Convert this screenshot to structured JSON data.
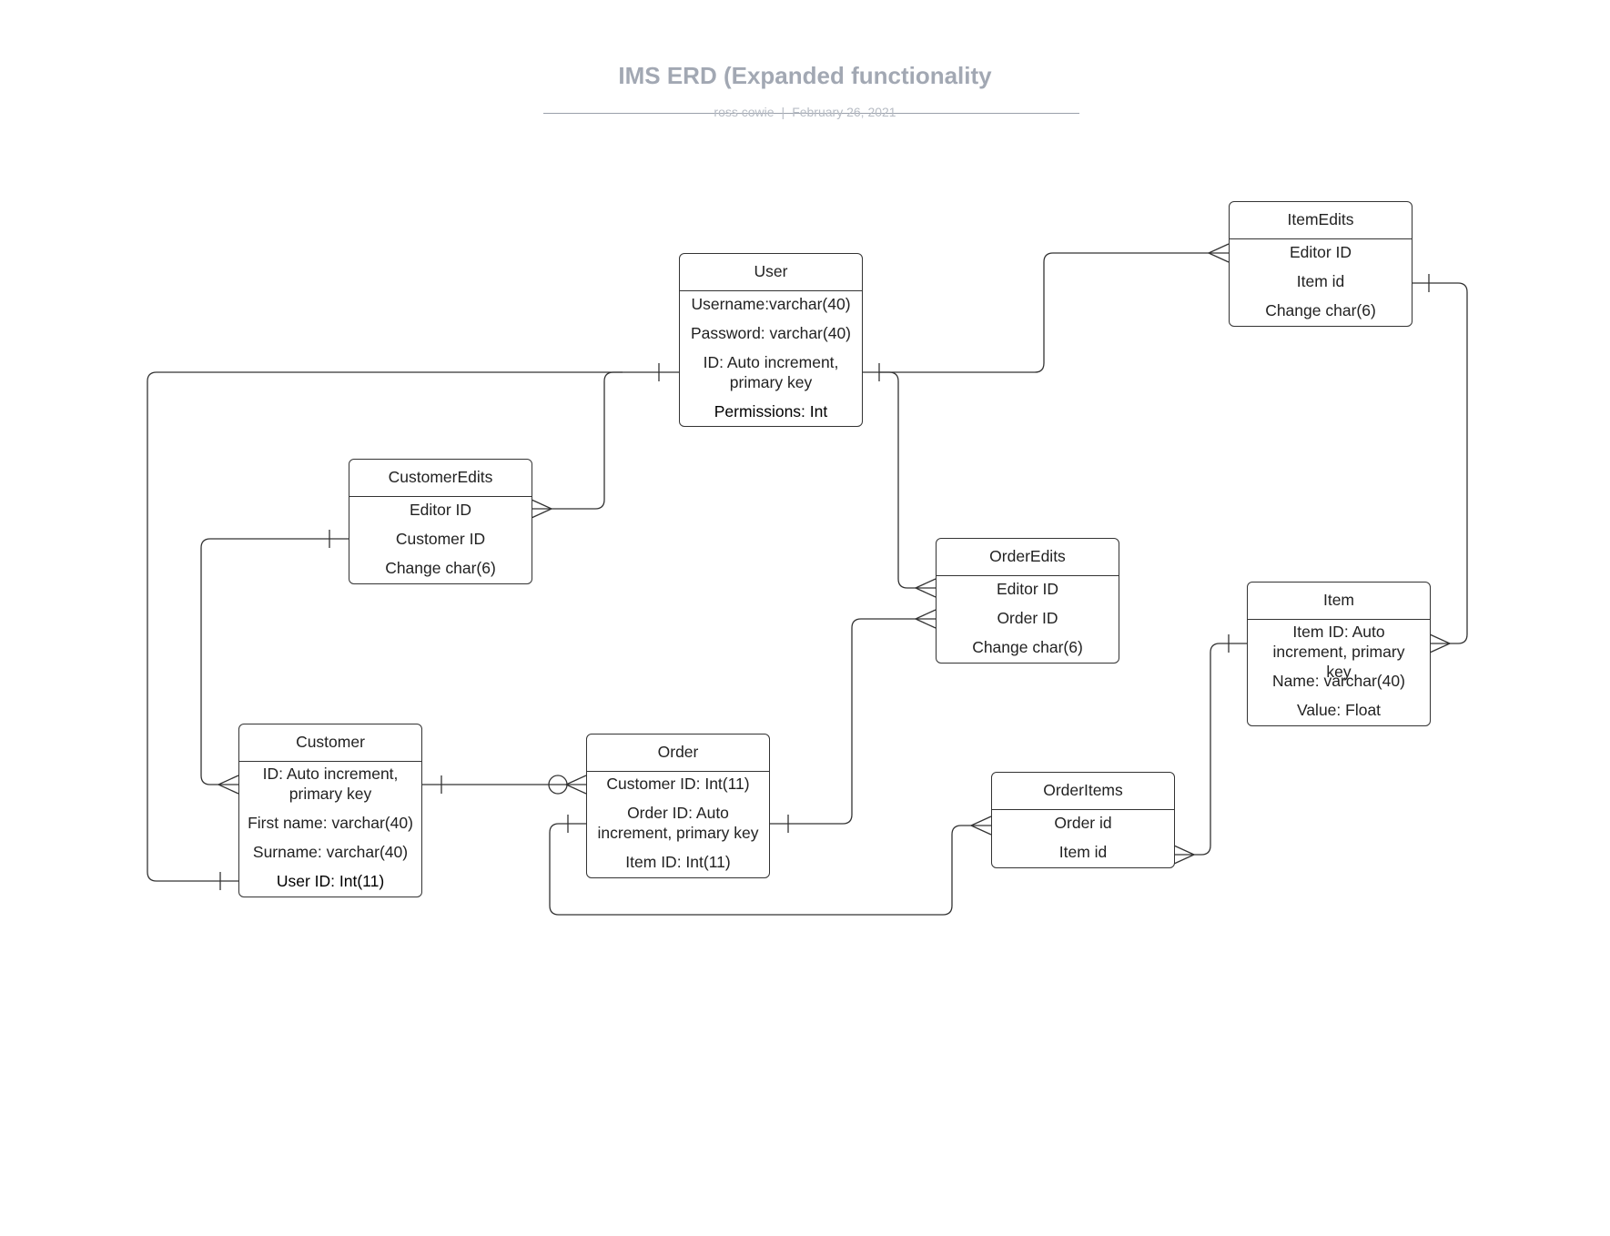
{
  "header": {
    "title": "IMS ERD (Expanded functionality",
    "author": "ross cowie",
    "date": "February 26, 2021"
  },
  "entities": {
    "user": {
      "name": "User",
      "fields": [
        "Username:varchar(40)",
        "Password: varchar(40)",
        "ID: Auto increment, primary key",
        "Permissions: Int"
      ]
    },
    "itemedits": {
      "name": "ItemEdits",
      "fields": [
        "Editor ID",
        "Item id",
        "Change char(6)"
      ]
    },
    "customeredits": {
      "name": "CustomerEdits",
      "fields": [
        "Editor ID",
        "Customer ID",
        "Change char(6)"
      ]
    },
    "orderedits": {
      "name": "OrderEdits",
      "fields": [
        "Editor ID",
        "Order ID",
        "Change char(6)"
      ]
    },
    "item": {
      "name": "Item",
      "fields": [
        "Item ID: Auto increment, primary key",
        "Name: varchar(40)",
        "Value: Float"
      ]
    },
    "customer": {
      "name": "Customer",
      "fields": [
        "ID: Auto increment, primary key",
        "First name: varchar(40)",
        "Surname: varchar(40)",
        "User ID: Int(11)"
      ]
    },
    "order": {
      "name": "Order",
      "fields": [
        "Customer ID: Int(11)",
        "Order ID: Auto increment, primary key",
        "Item ID: Int(11)"
      ]
    },
    "orderitems": {
      "name": "OrderItems",
      "fields": [
        "Order id",
        "Item id"
      ]
    }
  },
  "relationships": [
    {
      "from": "User",
      "to": "Customer",
      "from_end": "one",
      "to_end": "one"
    },
    {
      "from": "User",
      "to": "CustomerEdits",
      "from_end": "one",
      "to_end": "many"
    },
    {
      "from": "User",
      "to": "ItemEdits",
      "from_end": "one",
      "to_end": "many"
    },
    {
      "from": "User",
      "to": "OrderEdits",
      "from_end": "one",
      "to_end": "many"
    },
    {
      "from": "ItemEdits",
      "to": "Item",
      "from_end": "one",
      "to_end": "many"
    },
    {
      "from": "CustomerEdits",
      "to": "Customer",
      "from_end": "one",
      "to_end": "many"
    },
    {
      "from": "Customer",
      "to": "Order",
      "from_end": "one",
      "to_end": "zero-or-many"
    },
    {
      "from": "Order",
      "to": "OrderEdits",
      "from_end": "one",
      "to_end": "many"
    },
    {
      "from": "Order",
      "to": "OrderItems",
      "from_end": "one",
      "to_end": "many"
    },
    {
      "from": "Item",
      "to": "OrderItems",
      "from_end": "one",
      "to_end": "many"
    }
  ],
  "colors": {
    "line": "#333333",
    "title": "#a2a8b3"
  }
}
